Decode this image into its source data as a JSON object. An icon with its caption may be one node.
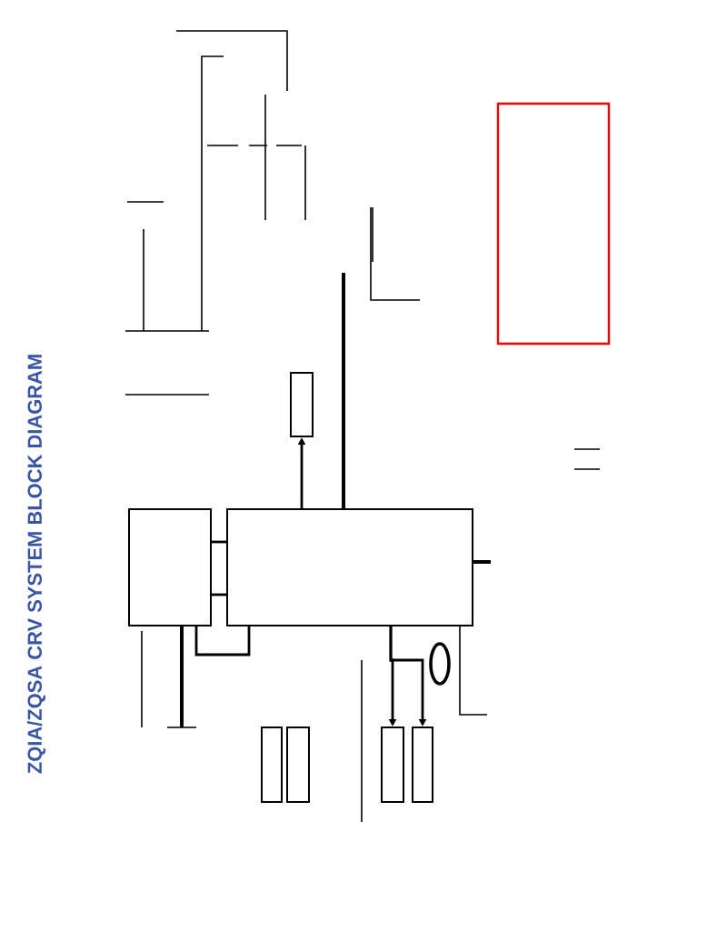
{
  "diagram": {
    "title": "ZQIA/ZQSA CRV SYSTEM BLOCK DIAGRAM",
    "nodes": [
      {
        "text": [],
        "shape": "box"
      },
      {
        "text": [],
        "shape": "box"
      },
      {
        "text": [],
        "shape": "box"
      },
      {
        "text": [],
        "shape": "box"
      },
      {
        "text": [],
        "shape": "box"
      },
      {
        "text": [],
        "shape": "box"
      },
      {
        "text": [],
        "shape": "box"
      },
      {
        "text": [],
        "shape": "ellipse"
      }
    ],
    "edges": [
      {
        "from": 0,
        "to": 1,
        "arrow": "none"
      },
      {
        "from": 0,
        "to": 1,
        "arrow": "none"
      },
      {
        "from": 0,
        "to": 1,
        "arrow": "none"
      },
      {
        "from": 1,
        "to": 4,
        "arrow": "to"
      },
      {
        "from": 1,
        "to": 5,
        "arrow": "to"
      },
      {
        "from": 1,
        "to": 6,
        "arrow": "to"
      }
    ]
  }
}
